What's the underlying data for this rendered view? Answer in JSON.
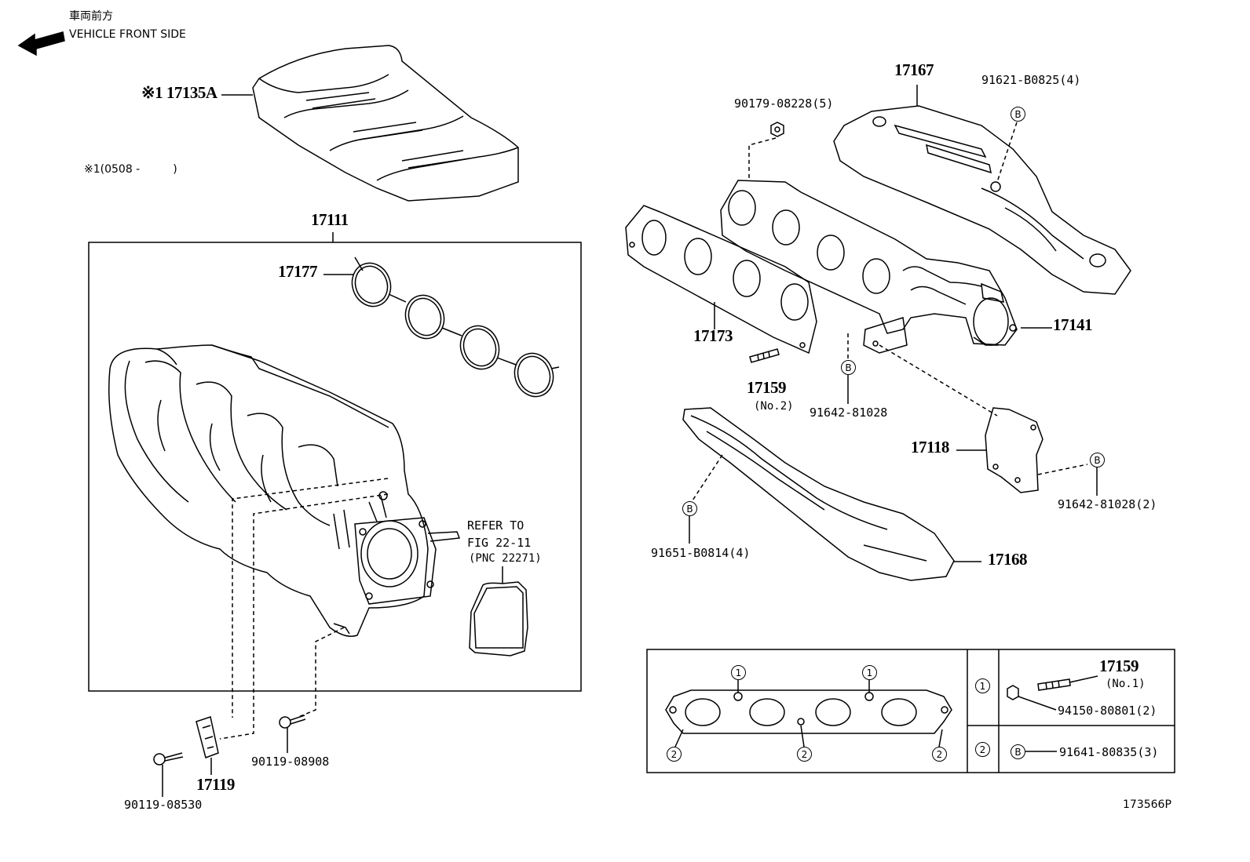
{
  "header": {
    "direction_jp": "車両前方",
    "direction_en": "VEHICLE FRONT SIDE"
  },
  "notes": {
    "footnote": "※1(0508 -　　　)",
    "diagram_id": "173566P"
  },
  "parts": {
    "p17135A": "※1 17135A",
    "p17111": "17111",
    "p17177": "17177",
    "p17167": "17167",
    "p91621": "91621-B0825(4)",
    "p90179": "90179-08228(5)",
    "p17173": "17173",
    "p17141": "17141",
    "p17159a": "17159",
    "p17159a_sub": "(No.2)",
    "p91642a": "91642-81028",
    "p17118": "17118",
    "p91642b": "91642-81028(2)",
    "p91651": "91651-B0814(4)",
    "p17168": "17168",
    "p17119": "17119",
    "p90119a": "90119-08530",
    "p90119b": "90119-08908",
    "p17159b": "17159",
    "p17159b_sub": "(No.1)",
    "p94150": "94150-80801(2)",
    "p91641": "91641-80835(3)"
  },
  "refer": {
    "line1": "REFER TO",
    "line2": "FIG 22-11",
    "line3": "(PNC 22271)"
  },
  "markers": {
    "one": "1",
    "two": "2",
    "b": "B"
  }
}
